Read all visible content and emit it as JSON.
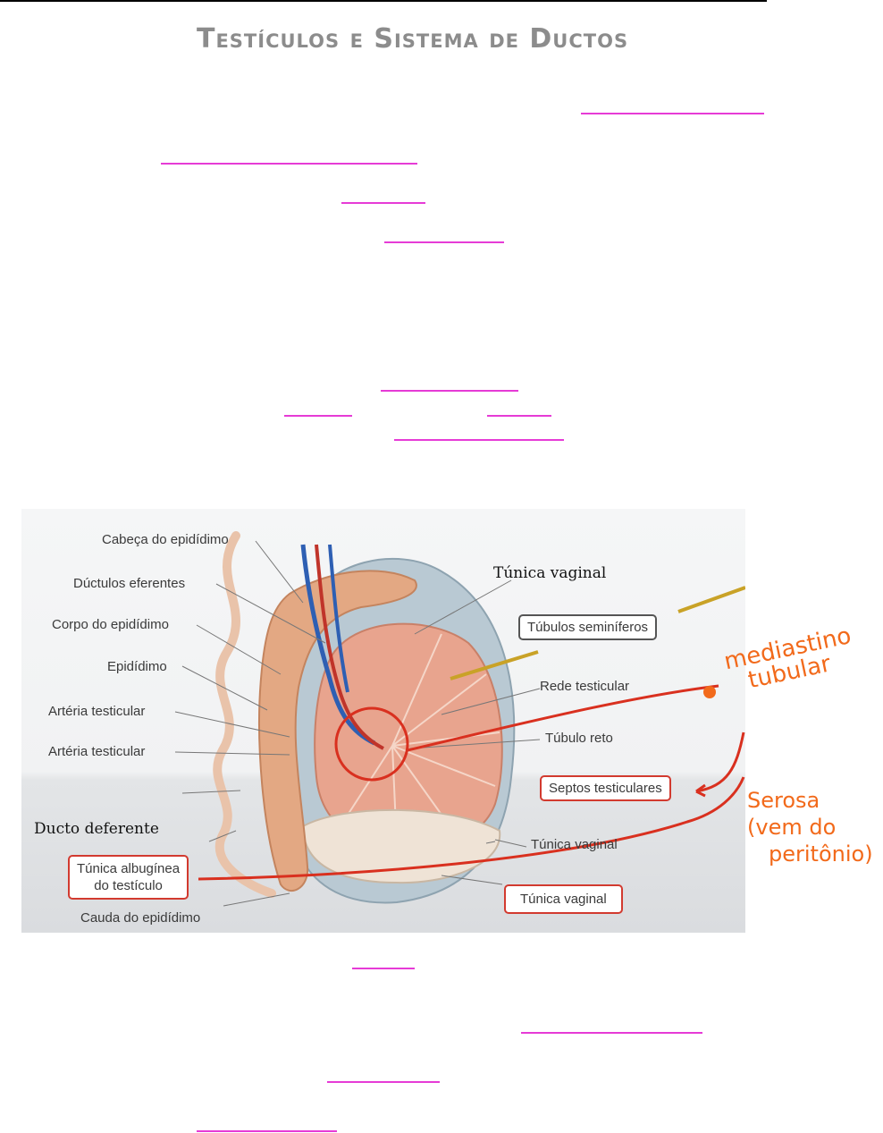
{
  "header": {
    "title": "Testículos e Sistema de Ductos"
  },
  "figure": {
    "labels_left": [
      "Cabeça do epidídimo",
      "Dúctulos eferentes",
      "Corpo do epidídimo",
      "Epidídimo",
      "Artéria testicular",
      "Artéria testicular"
    ],
    "ducto_deferente": "Ducto deferente",
    "tunica_albuginea": [
      "Túnica albugínea",
      "do testículo"
    ],
    "cauda": "Cauda do epidídimo",
    "tunica_vaginal_top": "Túnica vaginal",
    "tubulos": "Túbulos seminíferos",
    "rede": "Rede testicular",
    "tubulo_reto": "Túbulo reto",
    "septos": "Septos testiculares",
    "tunica_vaginal_mid": "Túnica vaginal",
    "tunica_vaginal_bottom": "Túnica vaginal"
  },
  "annotations": {
    "mediastino": [
      "mediastino",
      "tubular"
    ],
    "serosa": [
      "Serosa",
      "(vem do",
      "peritônio)"
    ]
  },
  "colors": {
    "highlight_underline": "#e63bd6",
    "annotation_orange": "#f26a1b",
    "annotation_red": "#d23a2f",
    "annotation_gold": "#c9a227"
  }
}
